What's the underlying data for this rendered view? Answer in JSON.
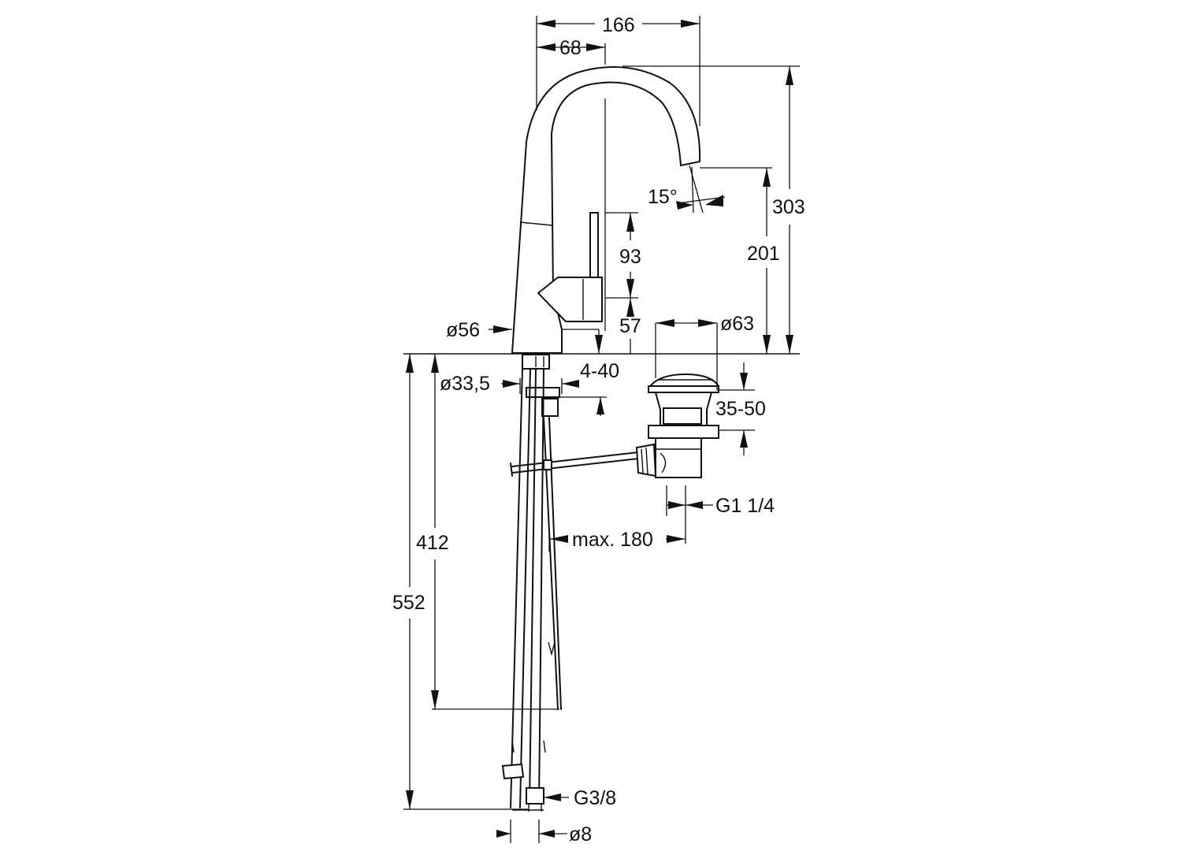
{
  "colors": {
    "line": "#111111",
    "background": "#ffffff"
  },
  "dimensions": {
    "width_total": "166",
    "width_lever": "68",
    "angle": "15°",
    "height_total": "303",
    "height_spout": "201",
    "lever_length": "93",
    "lever_height": "57",
    "base_diameter": "ø56",
    "waste_diameter": "ø63",
    "shank_diameter": "ø33,5",
    "deck_thickness": "4-40",
    "waste_height": "35-50",
    "waste_thread": "G1 1/4",
    "rod_length": "max. 180",
    "shank_length": "412",
    "hose_length": "552",
    "hose_thread": "G3/8",
    "hose_diameter": "ø8"
  }
}
